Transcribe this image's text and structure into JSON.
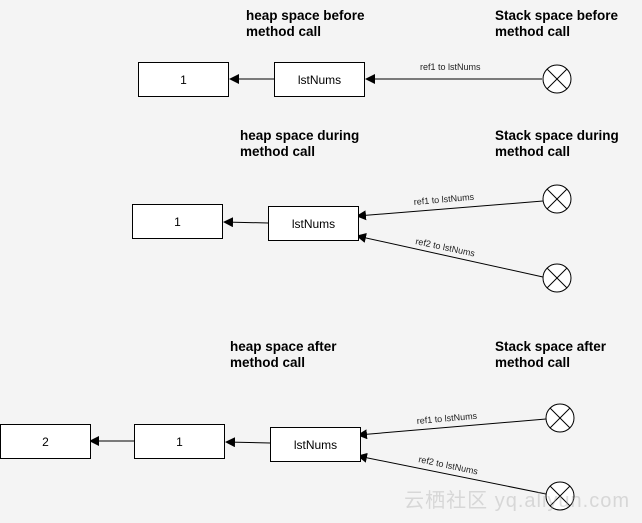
{
  "before": {
    "heap_heading": "heap space before\nmethod call",
    "stack_heading": "Stack space before\nmethod call",
    "value_box": "1",
    "list_box": "lstNums",
    "ref1_label": "ref1 to lstNums"
  },
  "during": {
    "heap_heading": "heap space during\nmethod call",
    "stack_heading": "Stack space during\nmethod call",
    "value_box": "1",
    "list_box": "lstNums",
    "ref1_label": "ref1 to lstNums",
    "ref2_label": "ref2 to lstNums"
  },
  "after": {
    "heap_heading": "heap space after\nmethod call",
    "stack_heading": "Stack space after\nmethod call",
    "new_value_box": "2",
    "value_box": "1",
    "list_box": "lstNums",
    "ref1_label": "ref1 to lstNums",
    "ref2_label": "ref2 to lstNums"
  },
  "watermark": "云栖社区 yq.aliyun.com"
}
